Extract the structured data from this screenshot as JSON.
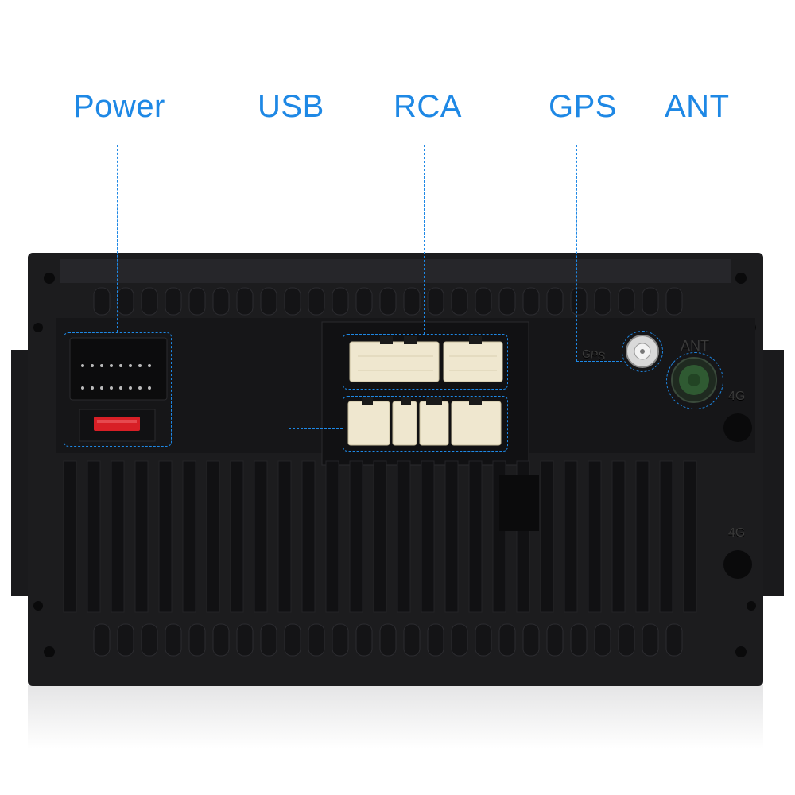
{
  "callouts": {
    "power": "Power",
    "usb": "USB",
    "rca": "RCA",
    "gps": "GPS",
    "ant": "ANT"
  },
  "device_markings": {
    "gps": "GPS",
    "ant": "ANT",
    "slot_4g_top": "4G",
    "slot_4g_bottom": "4G"
  },
  "colors": {
    "accent": "#1e88e5",
    "housing": "#1b1b1d",
    "connector": "#efe7cf",
    "fuse": "#d81f26",
    "antenna_port": "#2f5a32"
  }
}
